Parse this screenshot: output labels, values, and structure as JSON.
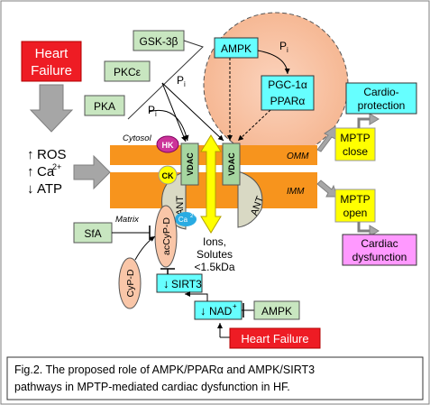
{
  "heart_failure_top": {
    "line1": "Heart",
    "line2": "Failure"
  },
  "kinases": {
    "gsk": "GSK-3β",
    "pkc": "PKCε",
    "pka": "PKA",
    "pi_upper": "P",
    "pi_lower": "P",
    "pi_sub": "i"
  },
  "ampk_cluster": {
    "ampk": "AMPK",
    "pi": "P",
    "pi_sub": "i",
    "pgc": "PGC-1α",
    "ppar": "PPARα"
  },
  "stress": {
    "ros": "ROS",
    "ca": "Ca",
    "ca_sup": "2+",
    "atp": "ATP"
  },
  "membranes": {
    "cytosol": "Cytosol",
    "omm": "OMM",
    "imm": "IMM",
    "matrix": "Matrix"
  },
  "pore": {
    "hk": "HK",
    "ck": "CK",
    "vdac": "VDAC",
    "ant": "ANT",
    "ca_bubble": "Ca",
    "ca_bubble_sup": "2+",
    "ions": [
      "Ions,",
      "Solutes",
      "<1.5kDa"
    ]
  },
  "outcomes": {
    "cardioprotection": [
      "Cardio-",
      "protection"
    ],
    "mptp_close": [
      "MPTP",
      "close"
    ],
    "mptp_open": [
      "MPTP",
      "open"
    ],
    "dysfunction": [
      "Cardiac",
      "dysfunction"
    ]
  },
  "lower": {
    "sfa": "SfA",
    "accypd": "acCyP-D",
    "cypd": "CyP-D",
    "sirt3": "SIRT3",
    "nad": "NAD",
    "nad_sup": "+",
    "ampk2": "AMPK",
    "hf_bottom": "Heart Failure"
  },
  "caption": {
    "line1": "Fig.2. The proposed role of AMPK/PPARα  and AMPK/SIRT3",
    "line2": "pathways in MPTP-mediated cardiac dysfunction in HF."
  },
  "colors": {
    "hf_red": "#ee1c24",
    "green_box": "#c8e6c0",
    "cyan": "#66ffff",
    "yellow": "#ffff00",
    "orange_membrane": "#f7941d",
    "salmon": "#f9c6a8",
    "hk_magenta": "#cc3399",
    "pink": "#ff99ff",
    "ca_blue": "#29abe2"
  }
}
